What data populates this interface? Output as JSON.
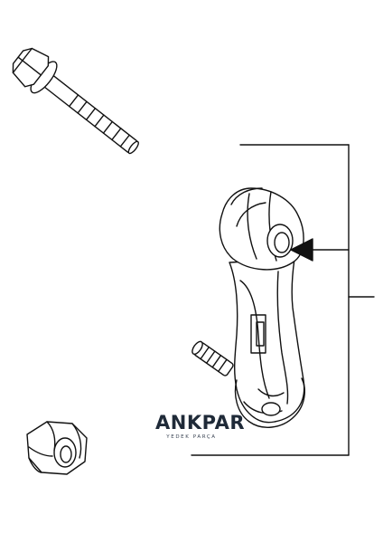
{
  "watermark": {
    "brand": "ANKPAR",
    "subtitle": "YEDEK PARÇA"
  },
  "colors": {
    "line": "#111111",
    "background": "#ffffff",
    "brand": "#1f2a38"
  },
  "parts": [
    {
      "name": "bolt"
    },
    {
      "name": "stabilizer-link"
    },
    {
      "name": "flange-nut"
    }
  ]
}
